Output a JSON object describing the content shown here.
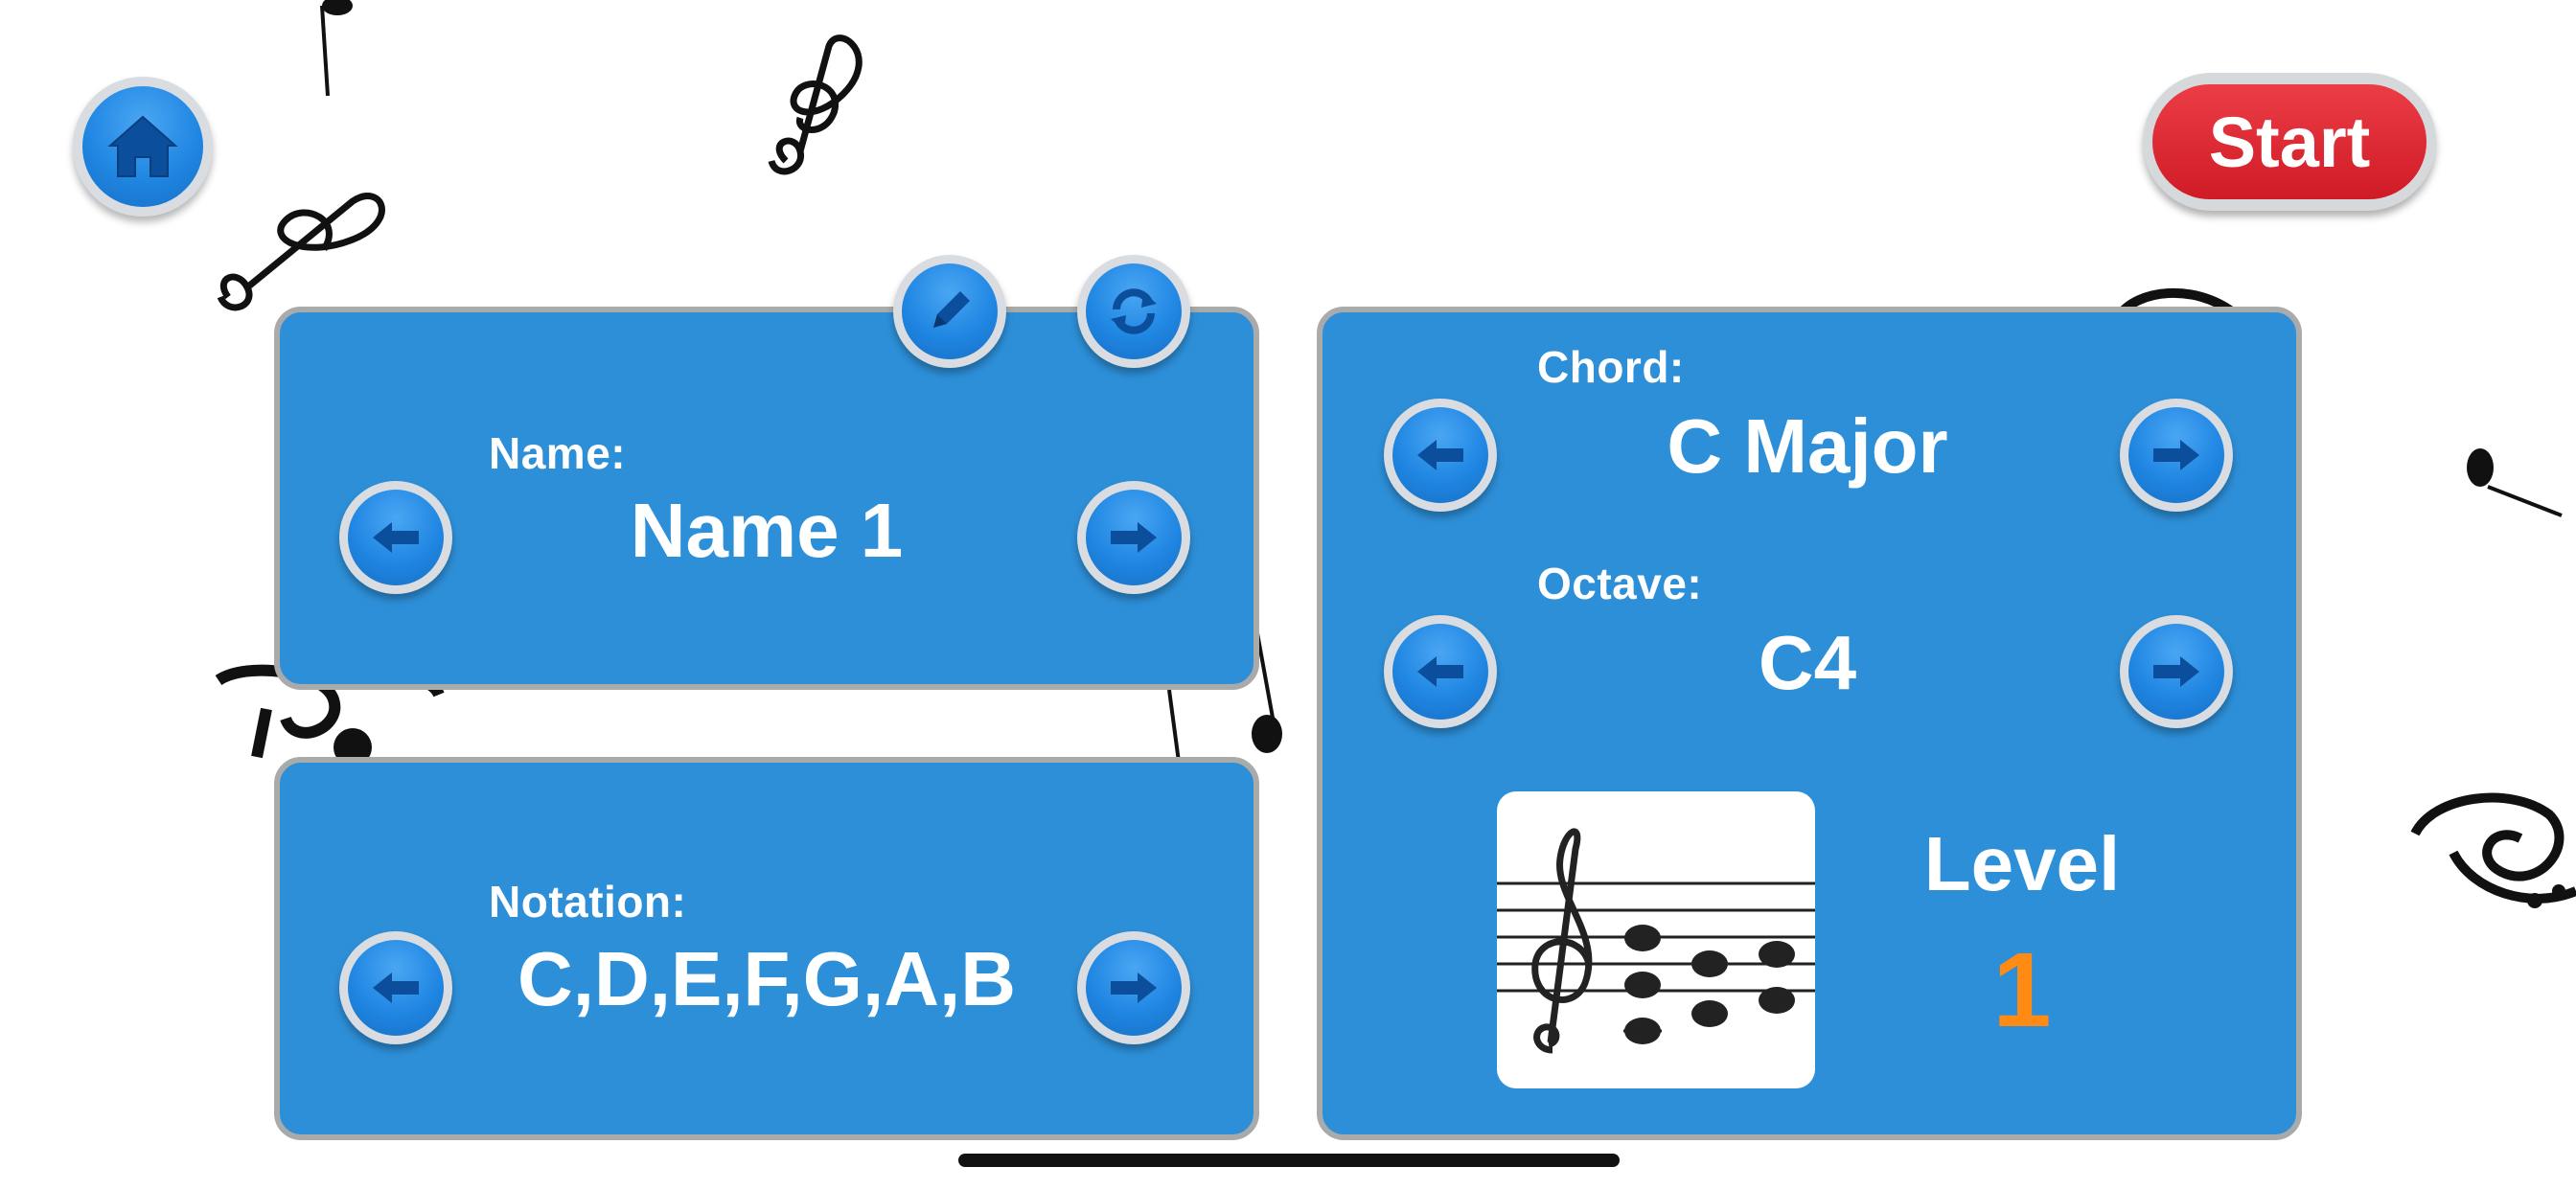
{
  "top_bar": {
    "home_icon": "home-icon",
    "start_label": "Start"
  },
  "name_panel": {
    "label": "Name:",
    "value": "Name 1",
    "edit_icon": "pencil-icon",
    "refresh_icon": "refresh-icon"
  },
  "notation_panel": {
    "label": "Notation:",
    "value": "C,D,E,F,G,A,B"
  },
  "chord_panel": {
    "chord_label": "Chord:",
    "chord_value": "C Major",
    "octave_label": "Octave:",
    "octave_value": "C4",
    "level_label": "Level",
    "level_value": "1"
  },
  "colors": {
    "panel": "#2d8fd8",
    "panel_border": "#a9aaaa",
    "button_blue": "#1f86e2",
    "start_red": "#d9232e",
    "level_orange": "#ff8a14"
  }
}
